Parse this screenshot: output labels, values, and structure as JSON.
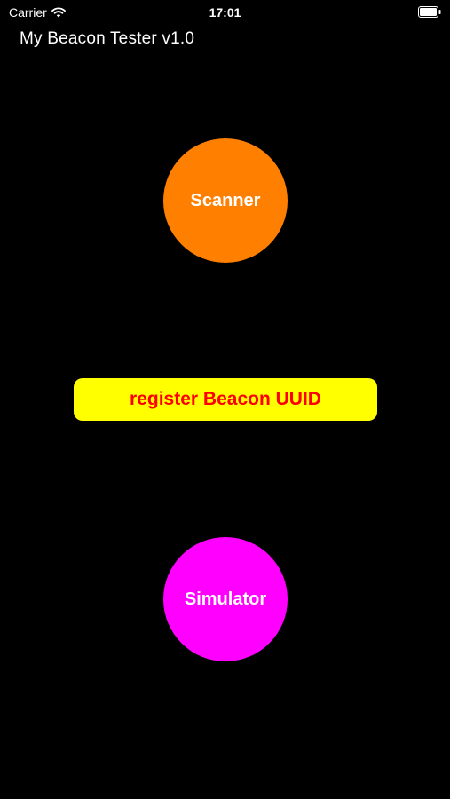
{
  "status_bar": {
    "carrier": "Carrier",
    "time": "17:01",
    "wifi_icon": "wifi-icon",
    "battery_icon": "battery-icon"
  },
  "app": {
    "title": "My Beacon Tester v1.0"
  },
  "buttons": {
    "scanner": {
      "label": "Scanner",
      "color": "#FF8000",
      "text_color": "#FFFFFF"
    },
    "register": {
      "label": "register Beacon UUID",
      "color": "#FFFF00",
      "text_color": "#FF0000"
    },
    "simulator": {
      "label": "Simulator",
      "color": "#FF00FF",
      "text_color": "#FFFFFF"
    }
  },
  "colors": {
    "background": "#000000"
  }
}
